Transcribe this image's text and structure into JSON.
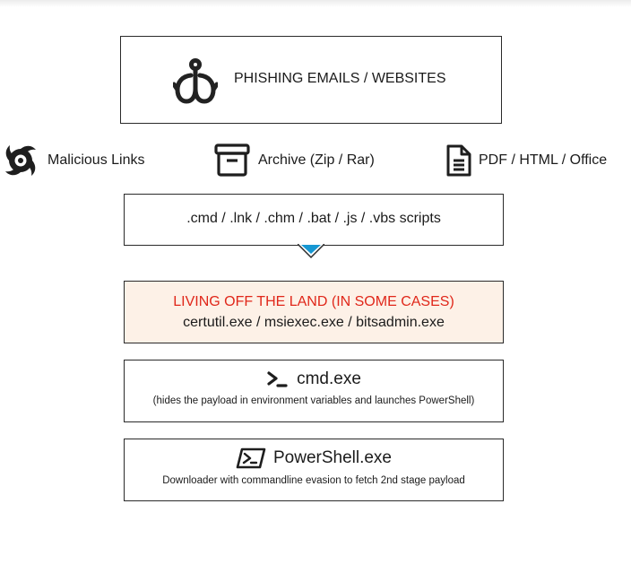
{
  "top_box": {
    "label": "PHISHING EMAILS / WEBSITES",
    "icon": "fishing-hook-icon"
  },
  "vectors": [
    {
      "label": "Malicious Links",
      "icon": "spiral-vortex-icon"
    },
    {
      "label": "Archive (Zip / Rar)",
      "icon": "archive-box-icon"
    },
    {
      "label": "PDF / HTML / Office",
      "icon": "document-icon"
    }
  ],
  "scripts_box": {
    "label": ".cmd / .lnk / .chm / .bat / .js / .vbs scripts"
  },
  "lotl_box": {
    "title": "LIVING OFF THE LAND (IN SOME CASES)",
    "subtitle": "certutil.exe / msiexec.exe / bitsadmin.exe",
    "title_color": "#e0271a",
    "background": "#fdf1e7"
  },
  "cmd_box": {
    "title": "cmd.exe",
    "subtitle": "(hides the payload in environment variables and launches PowerShell)",
    "icon": "terminal-prompt-icon"
  },
  "ps_box": {
    "title": "PowerShell.exe",
    "subtitle": "Downloader with commandline evasion to fetch 2nd stage payload",
    "icon": "powershell-icon"
  },
  "colors": {
    "arrow": "#1697d2",
    "border": "#2a2a2a"
  }
}
